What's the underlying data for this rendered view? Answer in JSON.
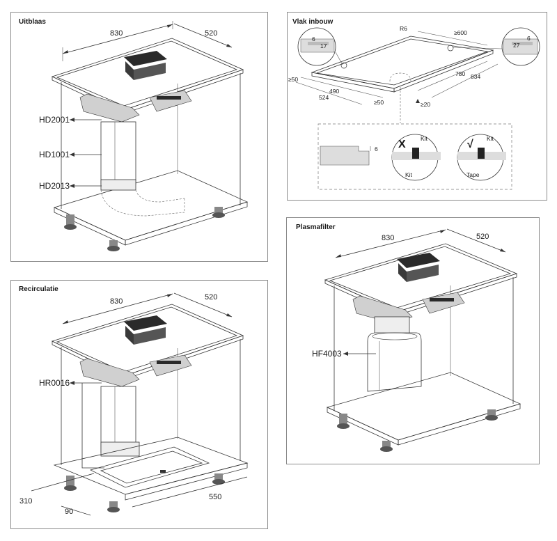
{
  "panels": {
    "uitblaas": {
      "title": "Uitblaas",
      "width": "830",
      "depth": "520",
      "codes": [
        "HD2001",
        "HD1001",
        "HD2013"
      ]
    },
    "vlak": {
      "title": "Vlak inbouw",
      "labels": {
        "r6": "R6",
        "ge600": "≥600",
        "v6a": "6",
        "v17": "17",
        "v6b": "6",
        "v27": "27",
        "ge50a": "≥50",
        "v490": "490",
        "v524": "524",
        "ge50b": "≥50",
        "v780": "780",
        "v834": "834",
        "ge20": "≥20",
        "v6c": "6",
        "x": "X",
        "check": "√",
        "kit1": "Kit",
        "kit2": "Kit",
        "kit3": "Kit",
        "tape": "Tape"
      }
    },
    "recirculatie": {
      "title": "Recirculatie",
      "width": "830",
      "depth": "520",
      "code": "HR0016",
      "d310": "310",
      "d90": "90",
      "d550": "550"
    },
    "plasmafilter": {
      "title": "Plasmafilter",
      "width": "830",
      "depth": "520",
      "code": "HF4003"
    }
  },
  "colors": {
    "frame": "#8a8a8a",
    "line": "#333333",
    "fill": "#e8e8e8",
    "dark": "#2a2a2a"
  }
}
